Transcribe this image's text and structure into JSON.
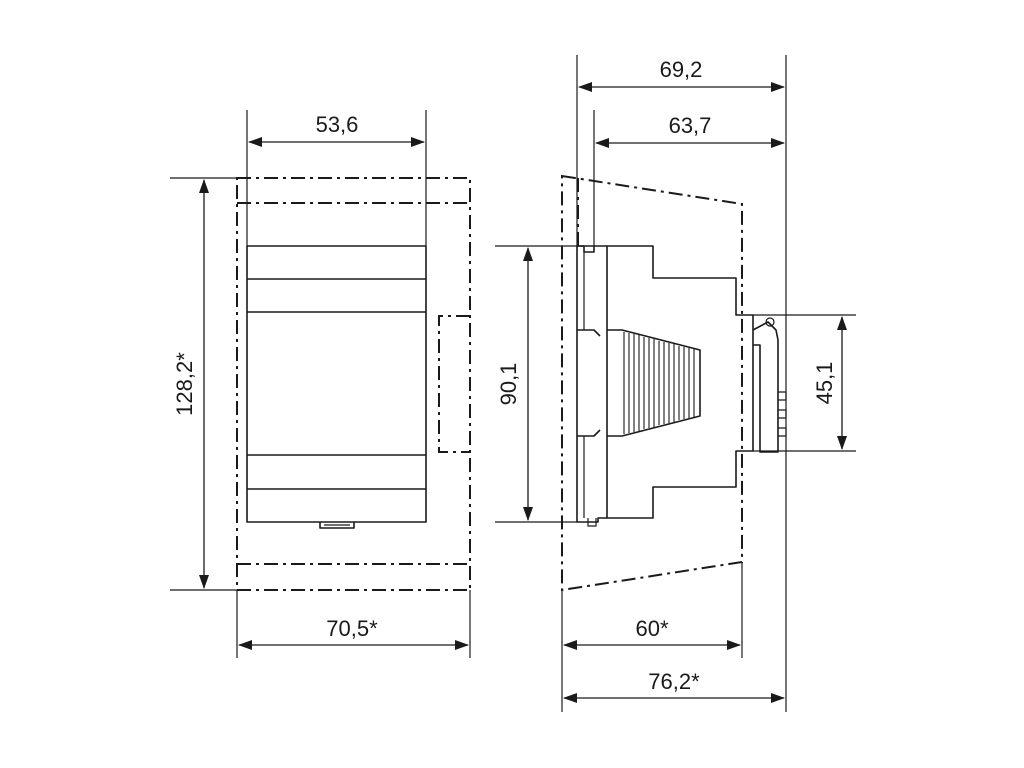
{
  "dimensions": {
    "front_inner_width": "53,6",
    "front_outer_width": "70,5*",
    "front_outer_height": "128,2*",
    "side_total_depth": "69,2",
    "side_depth_to_rail": "63,7",
    "side_body_height": "90,1",
    "side_rail_height": "45,1",
    "side_envelope_depth": "60*",
    "side_envelope_total": "76,2*"
  },
  "colors": {
    "line": "#1a1a1a",
    "background": "#ffffff"
  }
}
